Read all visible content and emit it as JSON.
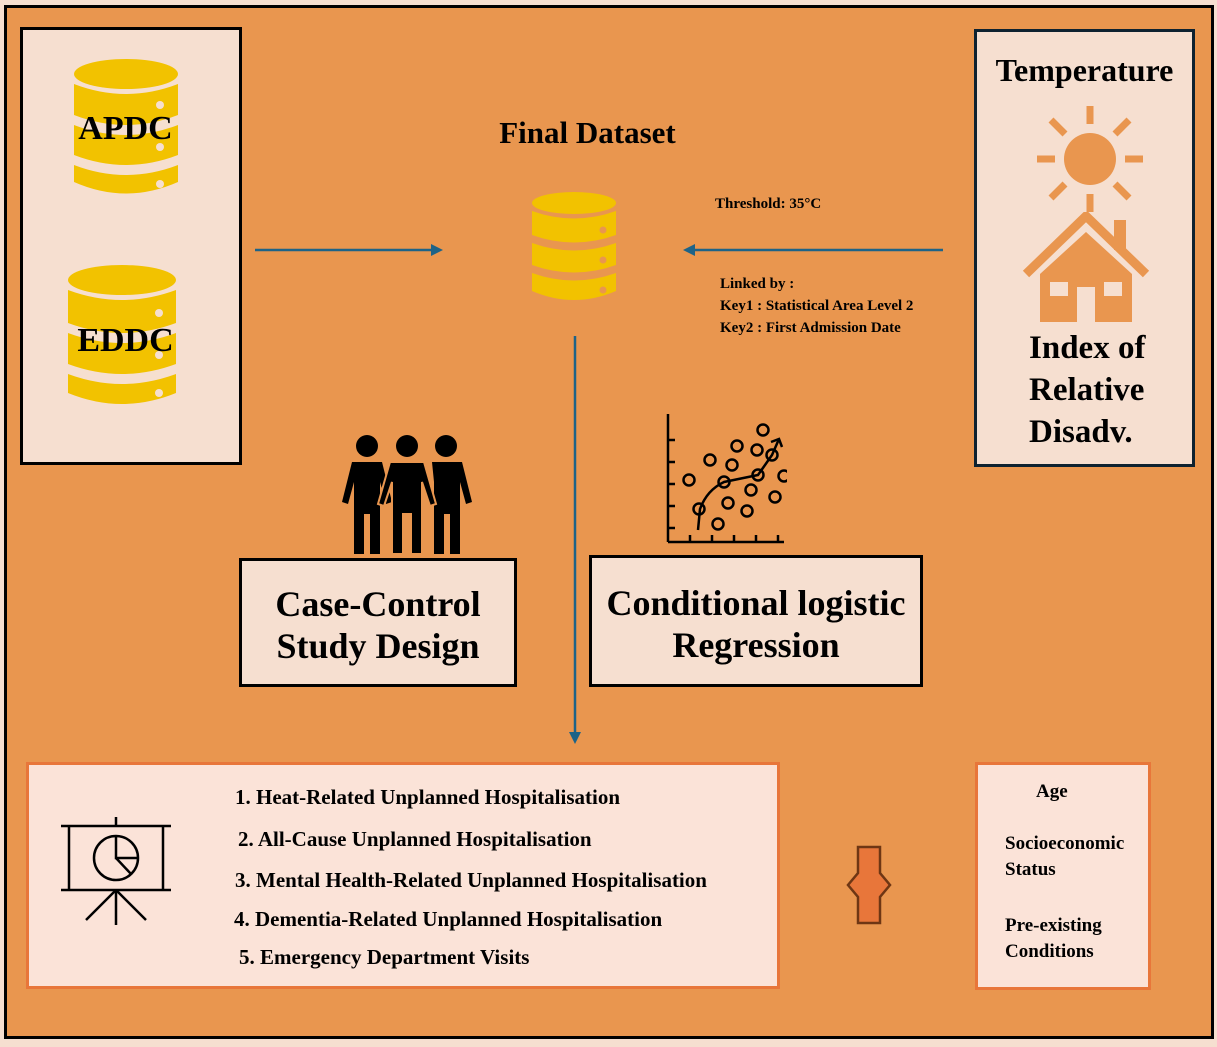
{
  "sources": {
    "db1_label": "APDC",
    "db2_label": "EDDC"
  },
  "final_dataset": {
    "title": "Final Dataset"
  },
  "linkage": {
    "threshold": "Threshold: 35°C",
    "linked_by": "Linked by :",
    "key1": "Key1 : Statistical Area Level 2",
    "key2": "Key2 : First Admission Date"
  },
  "exposure": {
    "temperature_label": "Temperature",
    "index_line1": "Index of",
    "index_line2": "Relative",
    "index_line3": "Disadv."
  },
  "methods": {
    "design_line1": "Case-Control",
    "design_line2": "Study Design",
    "regression_line1": "Conditional logistic",
    "regression_line2": "Regression"
  },
  "outcomes": [
    "1. Heat-Related Unplanned Hospitalisation",
    "2. All-Cause Unplanned Hospitalisation",
    "3. Mental Health-Related Unplanned Hospitalisation",
    "4. Dementia-Related Unplanned Hospitalisation",
    "5. Emergency Department Visits"
  ],
  "covariates": {
    "age": "Age",
    "ses_line1": "Socioeconomic",
    "ses_line2": "Status",
    "pre_line1": "Pre-existing",
    "pre_line2": "Conditions"
  },
  "colors": {
    "background": "#e9964f",
    "panel": "#f6dfd0",
    "database": "#f2c200",
    "arrow": "#1e6387",
    "accent": "#e8763a"
  }
}
